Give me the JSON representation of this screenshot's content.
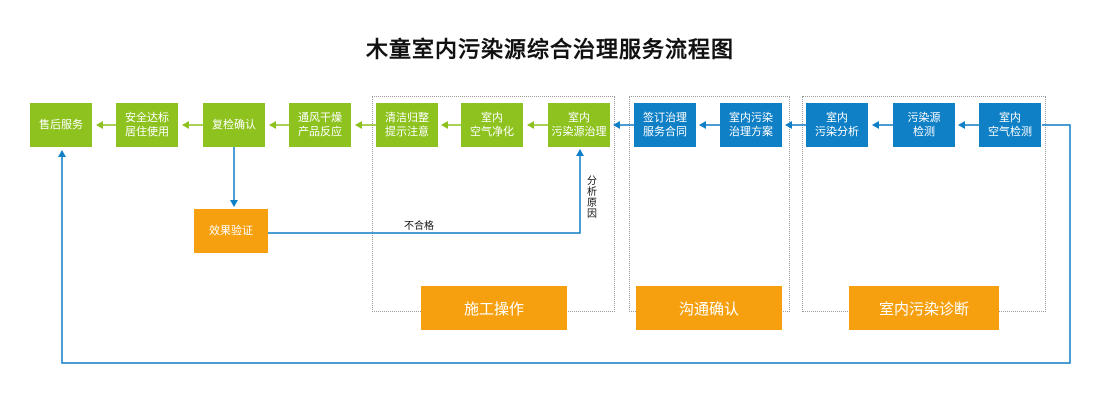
{
  "title": "木童室内污染源综合治理服务流程图",
  "colors": {
    "green": "#8dc21f",
    "blue": "#0f7fc6",
    "orange": "#f7a00f",
    "line_green": "#8dc21f",
    "line_blue": "#0f7fc6"
  },
  "nodes": {
    "after_sales": "售后服务",
    "safe_living": "安全达标\n居住使用",
    "recheck": "复检确认",
    "ventilate": "通风干燥\n产品反应",
    "clean": "清洁归整\n提示注意",
    "air_purify": "室内\n空气净化",
    "source_treat": "室内\n污染源治理",
    "sign_contract": "签订治理\n服务合同",
    "plan": "室内污染\n治理方案",
    "analysis": "室内\n污染分析",
    "source_detect": "污染源\n检测",
    "air_detect": "室内\n空气检测",
    "verify": "效果验证"
  },
  "stages": {
    "construction": "施工操作",
    "communication": "沟通确认",
    "diagnosis": "室内污染诊断"
  },
  "labels": {
    "fail": "不合格",
    "analyze_cause": "分\n析\n原\n因"
  }
}
